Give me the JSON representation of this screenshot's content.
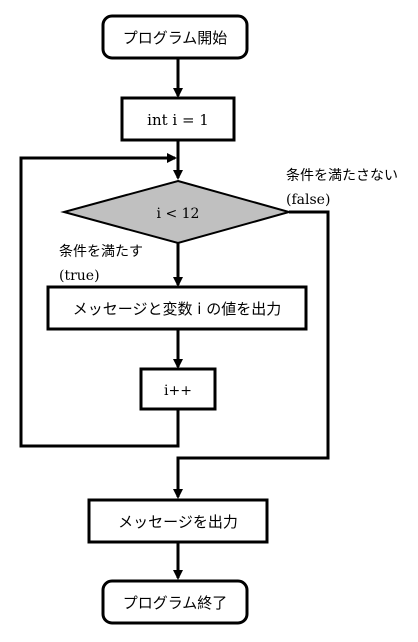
{
  "flowchart": {
    "start": "プログラム開始",
    "init": "int i = 1",
    "condition": "i < 12",
    "true_label_line1": "条件を満たす",
    "true_label_line2": "(true)",
    "false_label_line1": "条件を満たさない",
    "false_label_line2": "(false)",
    "body": "メッセージと変数 i の値を出力",
    "increment": "i++",
    "after_loop": "メッセージを出力",
    "end": "プログラム終了"
  },
  "colors": {
    "line": "#000000",
    "box_fill": "#ffffff",
    "decision_fill": "#c0c0c0"
  }
}
